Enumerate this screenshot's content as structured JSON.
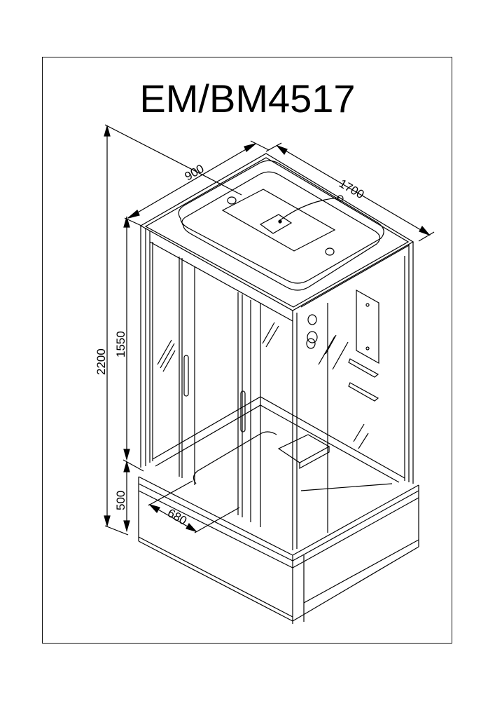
{
  "diagram": {
    "title": "EM/BM4517",
    "subject": "shower cabin isometric technical drawing",
    "dimensions": {
      "depth": "900",
      "width": "1700",
      "total_height": "2200",
      "cabin_height": "1550",
      "base_height": "500",
      "door_opening": "680"
    },
    "colors": {
      "line": "#000000",
      "background": "#ffffff"
    }
  }
}
